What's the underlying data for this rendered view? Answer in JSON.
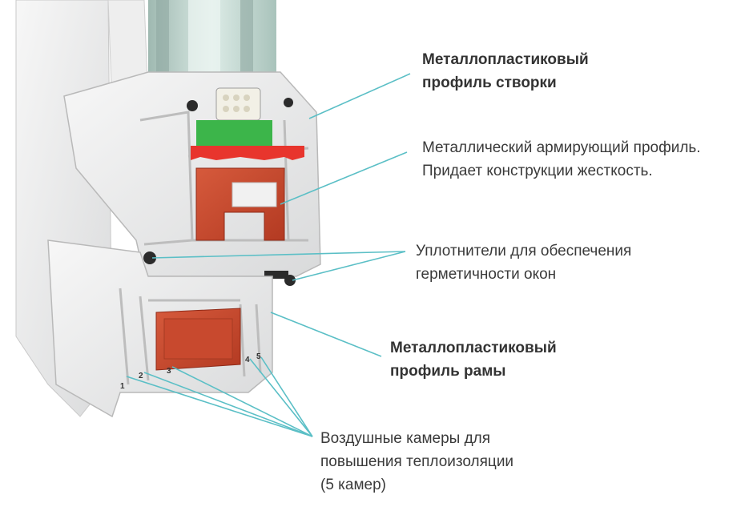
{
  "labels": {
    "sash_profile": [
      "Металлопластиковый",
      "профиль створки"
    ],
    "reinforcement": [
      "Металлический армирующий профиль.",
      "Придает конструкции жесткость."
    ],
    "seals": [
      "Уплотнители для обеспечения",
      "герметичности окон"
    ],
    "frame_profile": [
      "Металлопластиковый",
      "профиль рамы"
    ],
    "air_chambers": [
      "Воздушные камеры для",
      "повышения теплоизоляции",
      "(5 камер)"
    ]
  },
  "chamber_numbers": [
    "1",
    "2",
    "3",
    "4",
    "5"
  ],
  "colors": {
    "leader_line": "#5bbfc6",
    "pvc": "#e9eaeb",
    "steel_core": "#c8492e",
    "gasket_green": "#3cb54a",
    "gasket_red": "#e8352d",
    "glass": "#cfe3dd",
    "rubber": "#2b2b2b"
  }
}
